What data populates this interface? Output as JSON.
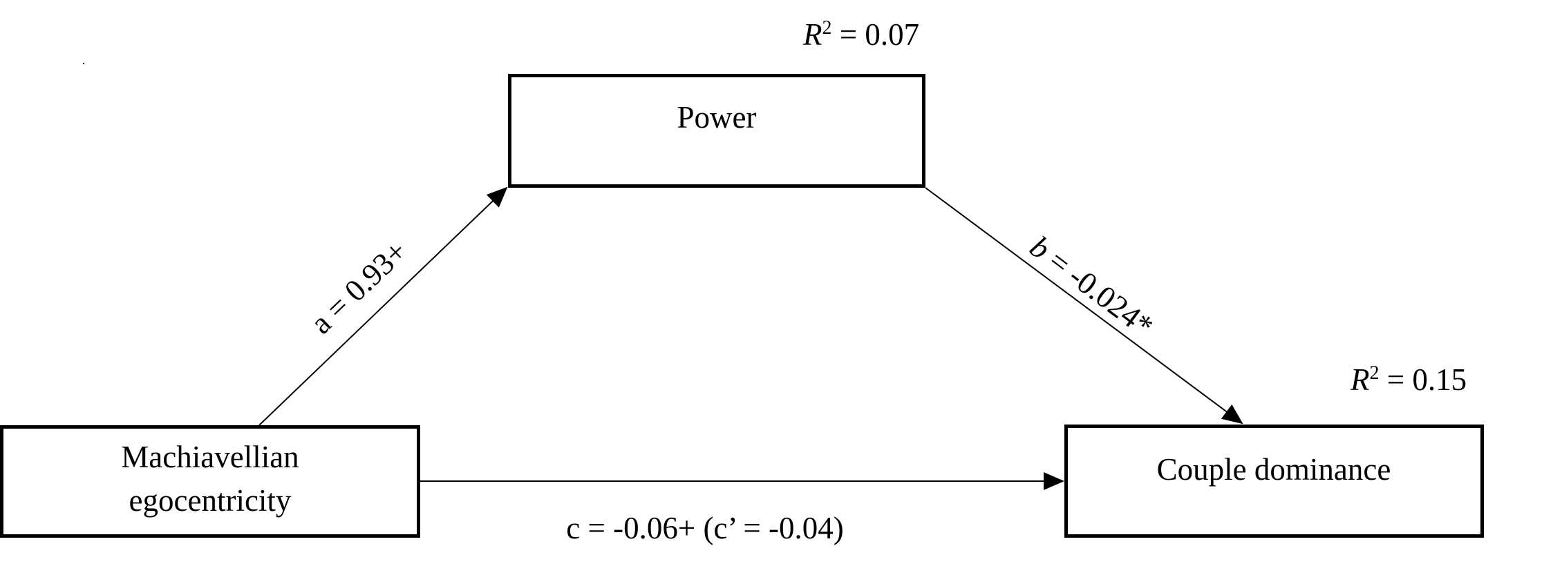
{
  "diagram": {
    "type": "mediation-model",
    "nodes": {
      "predictor": {
        "lines": [
          "Machiavellian",
          "egocentricity"
        ]
      },
      "mediator": {
        "lines": [
          "Power"
        ],
        "r_squared": {
          "symbol": "R",
          "sup": "2",
          "rest": " = 0.07"
        }
      },
      "outcome": {
        "lines": [
          "Couple dominance"
        ],
        "r_squared": {
          "symbol": "R",
          "sup": "2",
          "rest": " = 0.15"
        }
      }
    },
    "paths": {
      "a": {
        "from": "predictor",
        "to": "mediator",
        "var": "a",
        "rest": " = 0.93+"
      },
      "b": {
        "from": "mediator",
        "to": "outcome",
        "var": "b",
        "rest": " = -0.024*"
      },
      "c": {
        "from": "predictor",
        "to": "outcome",
        "label": "c = -0.06+ (c’ = -0.04)"
      }
    },
    "colors": {
      "stroke": "#000000",
      "background": "#ffffff",
      "text": "#000000"
    }
  }
}
